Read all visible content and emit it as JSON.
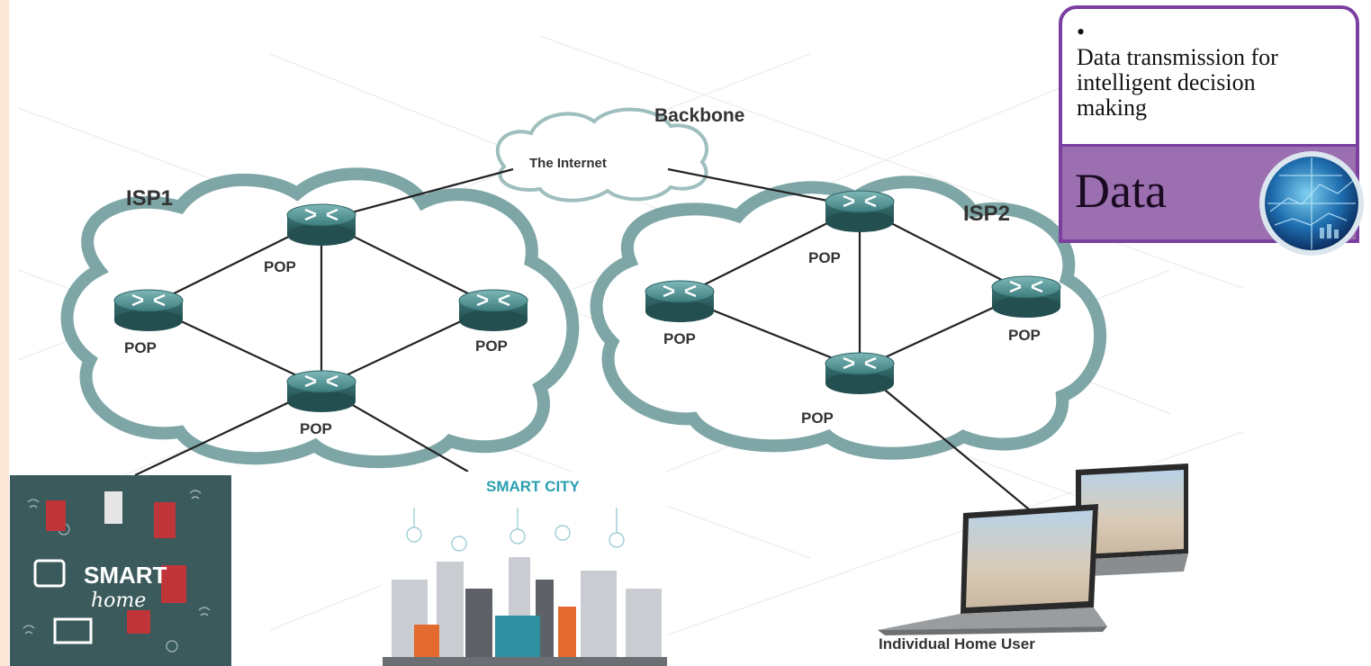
{
  "diagram": {
    "backbone_label": "Backbone",
    "internet_label": "The Internet",
    "isp1_label": "ISP1",
    "isp2_label": "ISP2",
    "pop_label": "POP",
    "home_user_label": "Individual Home User"
  },
  "card": {
    "bullet": "•",
    "text": "Data transmission for intelligent decision making",
    "title": "Data"
  },
  "tiles": {
    "smart_home_line1": "SMART",
    "smart_home_line2": "home",
    "smart_city_title": "SMART CITY"
  },
  "colors": {
    "cloud_stroke": "#6f9a9a",
    "router": "#3e7f80",
    "card_border": "#7b3fa0",
    "card_fill": "#9b6fb0"
  }
}
